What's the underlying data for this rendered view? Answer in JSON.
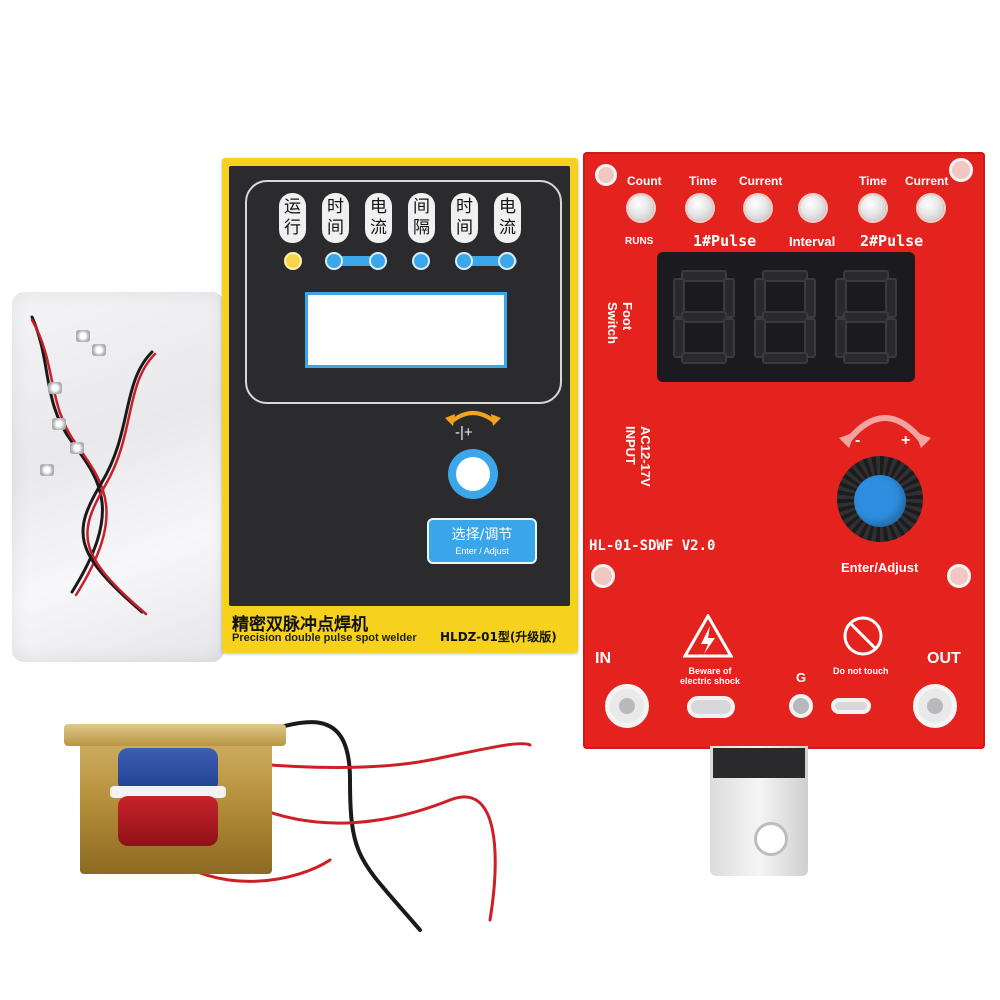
{
  "sticker": {
    "chips": [
      "运\n行",
      "时\n间",
      "电\n流",
      "间\n隔",
      "时\n间",
      "电\n流"
    ],
    "adjust_symbol": "-|+",
    "enter_button_cn": "选择/调节",
    "enter_button_en": "Enter / Adjust",
    "title_cn": "精密双脉冲点焊机",
    "title_en": "Precision double pulse spot welder",
    "model": "HLDZ-01型(升级版)"
  },
  "pcb": {
    "led_labels": [
      "Count",
      "Time",
      "Current",
      "Time",
      "Current"
    ],
    "runs_label": "RUNS",
    "pulse1_label": "1#Pulse",
    "interval_label": "Interval",
    "pulse2_label": "2#Pulse",
    "foot_switch_label": "Foot\nSwitch",
    "input_label": "AC12-17V\nINPUT",
    "minus_label": "-",
    "plus_label": "+",
    "model_label": "HL-01-SDWF  V2.0",
    "enter_adjust_label": "Enter/Adjust",
    "in_label": "IN",
    "out_label": "OUT",
    "g_label": "G",
    "shock_warning": "Beware of\nelectric shock",
    "do_not_touch": "Do not touch"
  },
  "colors": {
    "pcb_red": "#e4231e",
    "sticker_yellow": "#f6d21f",
    "accent_blue": "#3ba6ea"
  }
}
